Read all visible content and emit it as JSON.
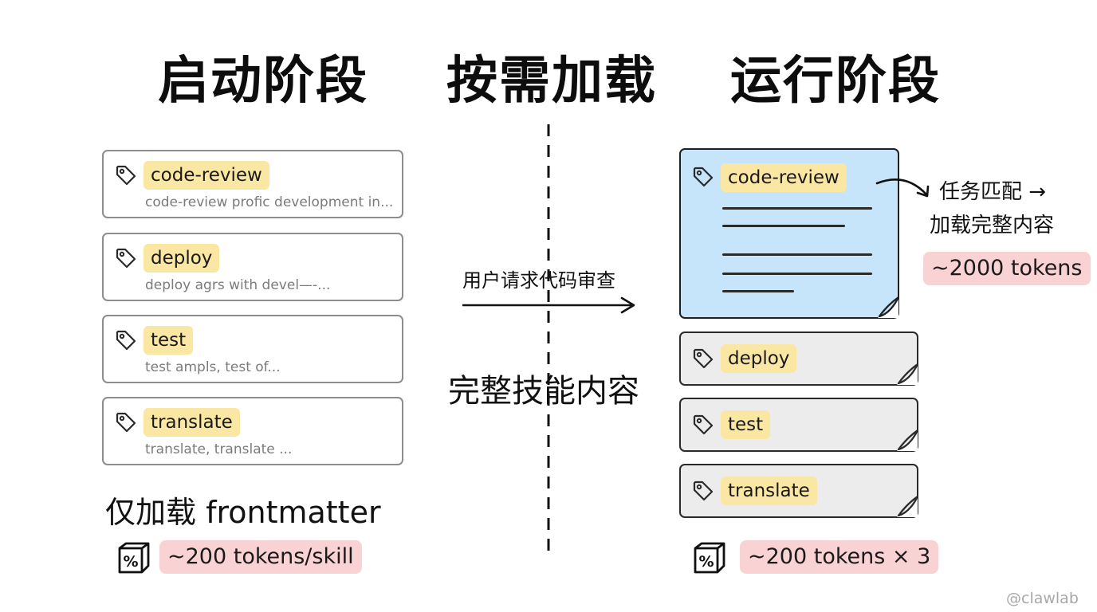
{
  "titles": {
    "startup": "启动阶段",
    "on_demand": "按需加载",
    "runtime": "运行阶段"
  },
  "left_cards": [
    {
      "tag": "code-review",
      "desc": "code-review profic development in..."
    },
    {
      "tag": "deploy",
      "desc": "deploy agrs with devel—-..."
    },
    {
      "tag": "test",
      "desc": "test ampls, test of..."
    },
    {
      "tag": "translate",
      "desc": "translate, translate ..."
    }
  ],
  "left_caption": "仅加载 frontmatter",
  "left_badge": "~200 tokens/skill",
  "middle": {
    "request_label": "用户请求代码审查",
    "full_content_label": "完整技能内容"
  },
  "right_active": {
    "tag": "code-review",
    "note_line1": "任务匹配 →",
    "note_line2": "加载完整内容",
    "badge": "~2000 tokens"
  },
  "right_cards": [
    {
      "tag": "deploy"
    },
    {
      "tag": "test"
    },
    {
      "tag": "translate"
    }
  ],
  "right_badge": "~200 tokens × 3",
  "watermark": "@clawlab",
  "colors": {
    "tag_fill": "#fbe7a4",
    "badge_fill": "#f9d2d3",
    "active_card": "#c6e4fa",
    "inactive_card": "#ececec"
  },
  "icons": [
    "tag-icon",
    "percent-box-icon",
    "arrow-right-icon",
    "curved-arrow-icon"
  ]
}
